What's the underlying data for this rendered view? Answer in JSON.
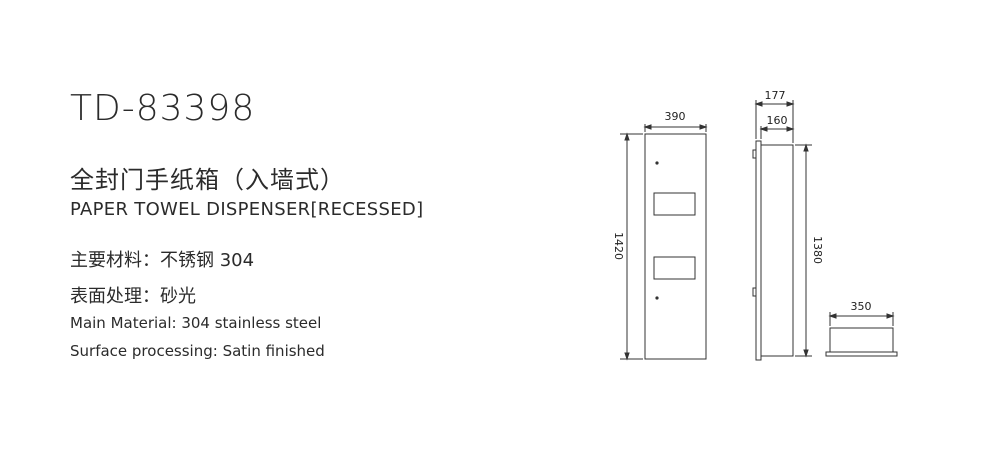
{
  "product": {
    "model": "TD-83398",
    "name_cn": "全封门手纸箱（入墙式）",
    "name_en": "PAPER TOWEL DISPENSER[RECESSED]"
  },
  "specs": {
    "material_cn": "主要材料：不锈钢 304",
    "finish_cn": "表面处理：砂光",
    "material_en": "Main Material: 304 stainless steel",
    "finish_en": "Surface processing: Satin finished"
  },
  "dimensions": {
    "front_width": "390",
    "front_height": "1420",
    "side_total_depth": "177",
    "side_body_depth": "160",
    "side_height": "1380",
    "top_width": "350"
  }
}
